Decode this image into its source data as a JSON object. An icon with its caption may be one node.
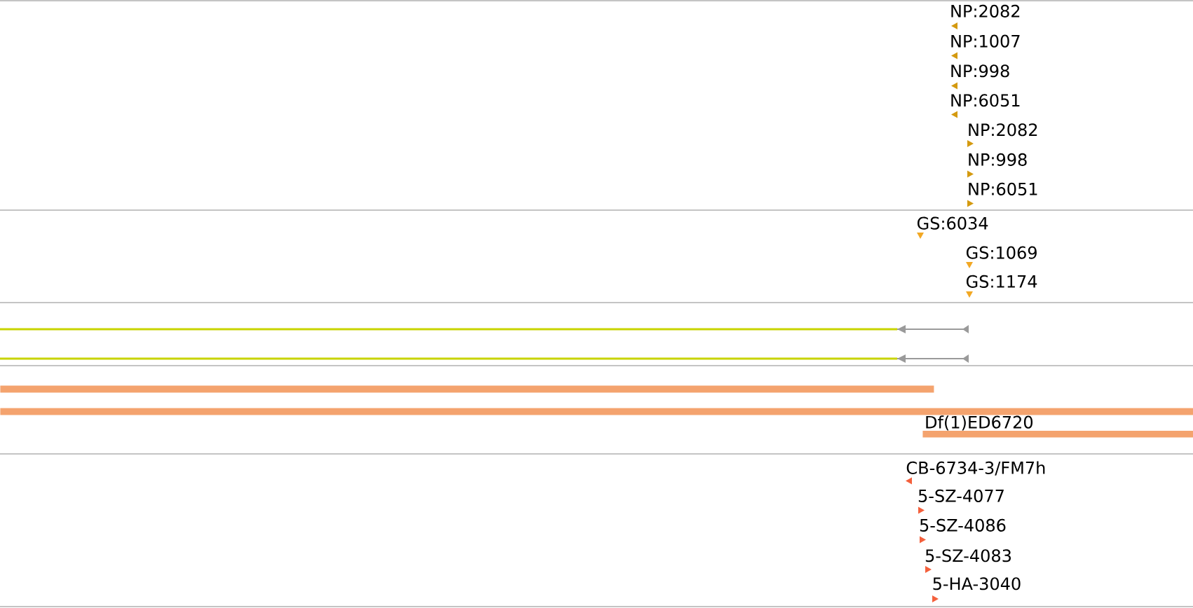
{
  "diagram": {
    "nodes": [
      {
        "text": [
          "NP:2082"
        ]
      },
      {
        "text": [
          "NP:1007"
        ]
      },
      {
        "text": [
          "NP:998"
        ]
      },
      {
        "text": [
          "NP:6051"
        ]
      },
      {
        "text": [
          "NP:2082"
        ]
      },
      {
        "text": [
          "NP:998"
        ]
      },
      {
        "text": [
          "NP:6051"
        ]
      },
      {
        "text": [
          "GS:6034"
        ]
      },
      {
        "text": [
          "GS:1069"
        ]
      },
      {
        "text": [
          "GS:1174"
        ]
      },
      {
        "text": [],
        "shape": "bar"
      },
      {
        "text": [],
        "shape": "bar"
      },
      {
        "text": [
          "Df(1)ED6720"
        ]
      },
      {
        "text": [
          "CB-6734-3/FM7h"
        ]
      },
      {
        "text": [
          "5-SZ-4077"
        ]
      },
      {
        "text": [
          "5-SZ-4086"
        ]
      },
      {
        "text": [
          "5-SZ-4083"
        ]
      },
      {
        "text": [
          "5-HA-3040"
        ]
      }
    ]
  }
}
